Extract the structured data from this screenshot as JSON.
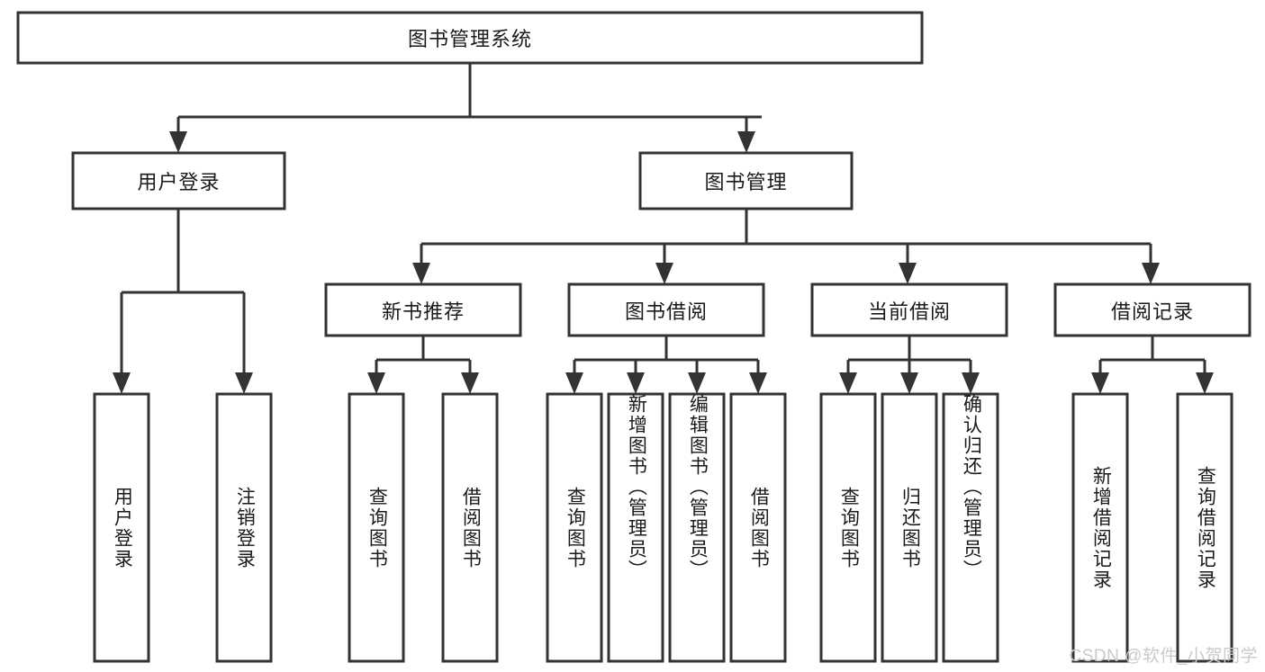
{
  "diagram": {
    "type": "tree",
    "title": "图书管理系统",
    "orientation": "top-down",
    "root": {
      "id": "root",
      "label": "图书管理系统"
    },
    "level2": [
      {
        "id": "user-login",
        "label": "用户登录"
      },
      {
        "id": "book-management",
        "label": "图书管理"
      }
    ],
    "level3": [
      {
        "id": "new-book-recommend",
        "label": "新书推荐",
        "parent": "book-management"
      },
      {
        "id": "book-borrow",
        "label": "图书借阅",
        "parent": "book-management"
      },
      {
        "id": "current-borrow",
        "label": "当前借阅",
        "parent": "book-management"
      },
      {
        "id": "borrow-record",
        "label": "借阅记录",
        "parent": "book-management"
      }
    ],
    "leaves": [
      {
        "id": "leaf-user-login",
        "label": "用户登录",
        "parent": "user-login"
      },
      {
        "id": "leaf-user-logout",
        "label": "注销登录",
        "parent": "user-login"
      },
      {
        "id": "leaf-query-book-1",
        "label": "查询图书",
        "parent": "new-book-recommend"
      },
      {
        "id": "leaf-borrow-book-1",
        "label": "借阅图书",
        "parent": "new-book-recommend"
      },
      {
        "id": "leaf-query-book-2",
        "label": "查询图书",
        "parent": "book-borrow"
      },
      {
        "id": "leaf-add-book",
        "label": "新增图书（管理员）",
        "parent": "book-borrow"
      },
      {
        "id": "leaf-edit-book",
        "label": "编辑图书（管理员）",
        "parent": "book-borrow"
      },
      {
        "id": "leaf-borrow-book-2",
        "label": "借阅图书",
        "parent": "book-borrow"
      },
      {
        "id": "leaf-query-book-3",
        "label": "查询图书",
        "parent": "current-borrow"
      },
      {
        "id": "leaf-return-book",
        "label": "归还图书",
        "parent": "current-borrow"
      },
      {
        "id": "leaf-confirm-return",
        "label": "确认归还（管理员）",
        "parent": "current-borrow"
      },
      {
        "id": "leaf-add-record",
        "label": "新增借阅记录",
        "parent": "borrow-record"
      },
      {
        "id": "leaf-query-record",
        "label": "查询借阅记录",
        "parent": "borrow-record"
      }
    ]
  },
  "watermark": {
    "text": "CSDN @软件_小贺同学",
    "color": "#c9c9c9"
  },
  "style": {
    "box_stroke": "#333333",
    "box_fill": "#ffffff",
    "text_color": "#1a1a1a",
    "background": "#ffffff"
  }
}
